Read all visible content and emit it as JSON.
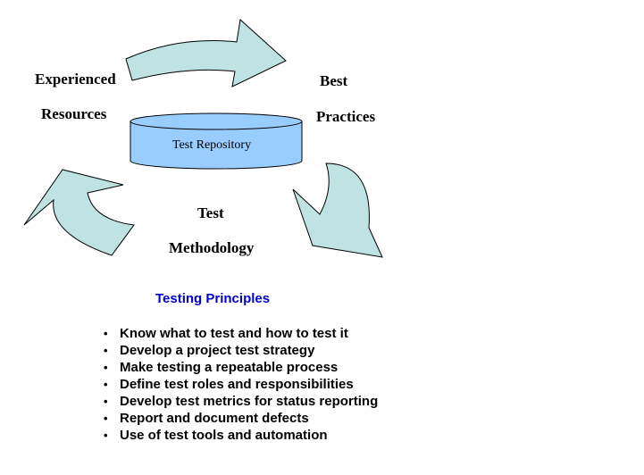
{
  "diagram": {
    "labels": {
      "experienced": "Experienced",
      "resources": "Resources",
      "best": "Best",
      "practices": "Practices",
      "test": "Test",
      "methodology": "Methodology"
    },
    "repository": "Test Repository",
    "colors": {
      "arrow_fill": "#BFE3E3",
      "cylinder_fill": "#99CCFF",
      "outline": "#000000"
    }
  },
  "principles": {
    "title": "Testing Principles",
    "title_color": "#0000CC",
    "bullet_glyph": "•",
    "items": [
      "Know what to test and how to test it",
      "Develop a project test strategy",
      "Make testing a repeatable process",
      "Define test roles and responsibilities",
      "Develop test metrics for status reporting",
      "Report and document defects",
      "Use of test tools and automation"
    ]
  }
}
